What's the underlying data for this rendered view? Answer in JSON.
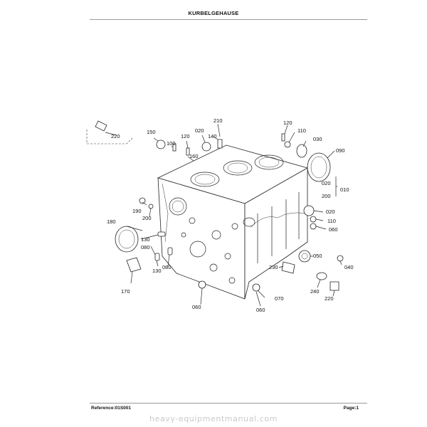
{
  "header": {
    "title": "KURBELGEHAUSE"
  },
  "footer": {
    "reference": "Reference:01S001",
    "page": "Page:1"
  },
  "watermark": "heavy-equipmentmanual.com",
  "diagram": {
    "part_numbers": {
      "p210": "210",
      "p220a": "220",
      "p150": "150",
      "p100": "100",
      "p120a": "120",
      "p020a": "020",
      "p140": "140",
      "p160": "160",
      "p120b": "120",
      "p110a": "110",
      "p030": "030",
      "p090": "090",
      "p020b": "020",
      "p200a": "200",
      "p010": "010",
      "p190": "190",
      "p200b": "200",
      "p020c": "020",
      "p110b": "110",
      "p060a": "060",
      "p180": "180",
      "p130a": "130",
      "p080a": "080",
      "p050": "050",
      "p040": "040",
      "p130b": "130",
      "p080b": "080",
      "p230": "230",
      "p170": "170",
      "p240": "240",
      "p220b": "220",
      "p060b": "060",
      "p070": "070",
      "p060c": "060"
    }
  }
}
